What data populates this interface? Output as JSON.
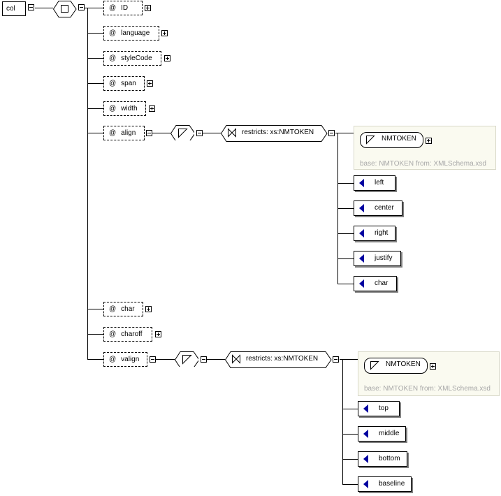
{
  "root": {
    "label": "col"
  },
  "attributes": [
    "ID",
    "language",
    "styleCode",
    "span",
    "width",
    "align",
    "char",
    "charoff",
    "valign"
  ],
  "attr_prefix": "@",
  "align_group": {
    "restriction_label": "restricts: xs:NMTOKEN",
    "base_type": "NMTOKEN",
    "base_note": "base: NMTOKEN from: XMLSchema.xsd",
    "enumerations": [
      "left",
      "center",
      "right",
      "justify",
      "char"
    ]
  },
  "valign_group": {
    "restriction_label": "restricts: xs:NMTOKEN",
    "base_type": "NMTOKEN",
    "base_note": "base: NMTOKEN from: XMLSchema.xsd",
    "enumerations": [
      "top",
      "middle",
      "bottom",
      "baseline"
    ]
  },
  "colors": {
    "enum_marker": "#0000a0",
    "base_frame_bg": "#fafaf0",
    "note_text": "#a8a8a8"
  }
}
